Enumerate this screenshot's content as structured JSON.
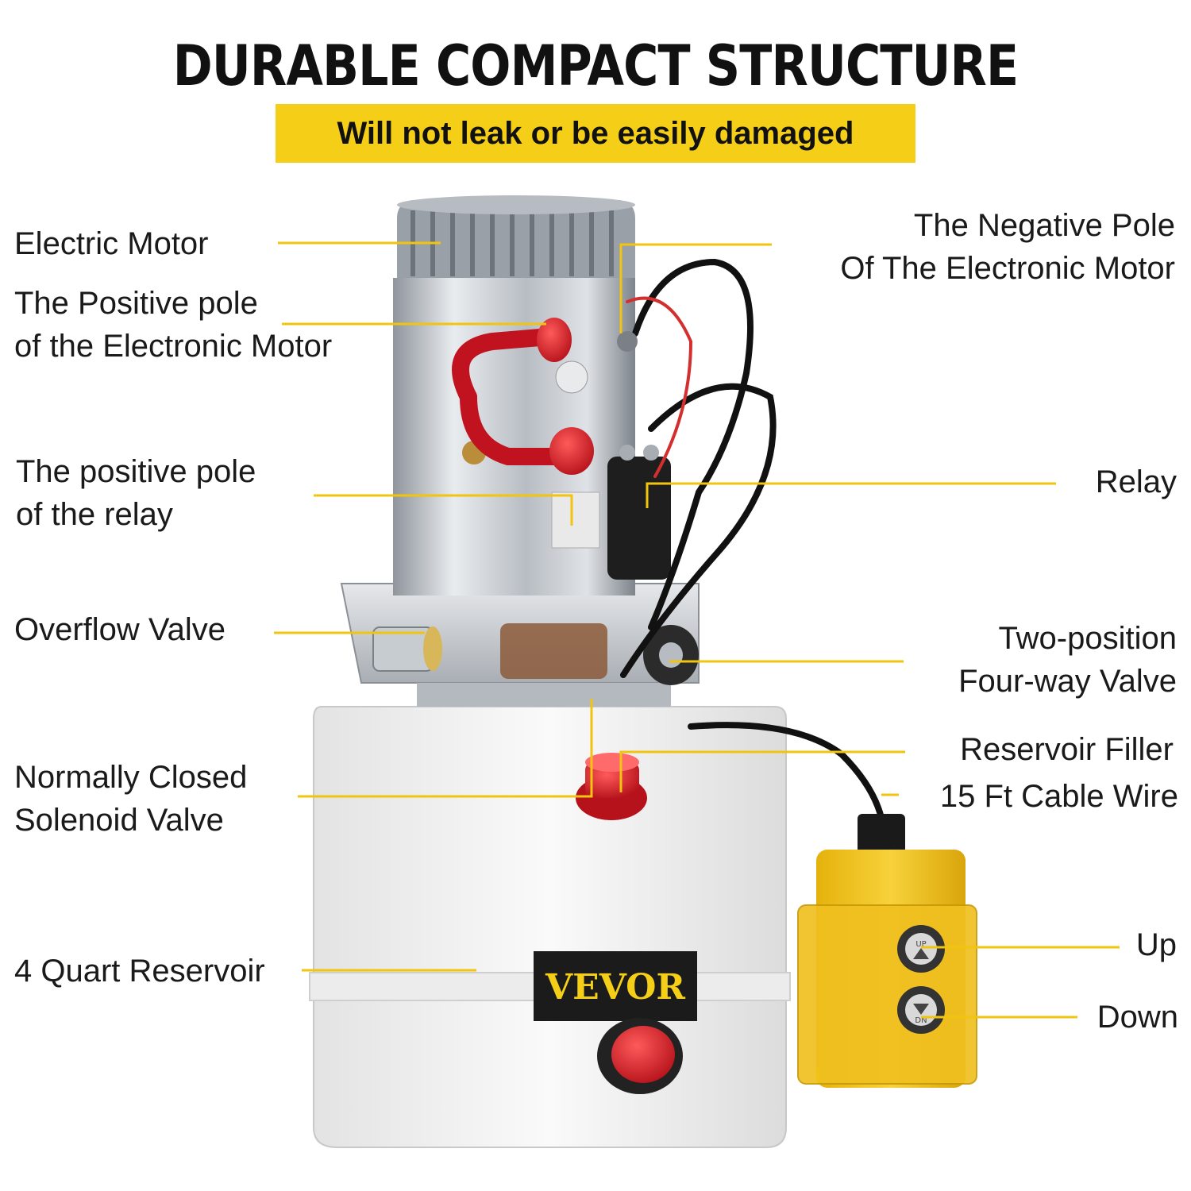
{
  "header": {
    "title": "DURABLE COMPACT STRUCTURE",
    "subtitle": "Will not leak or be easily damaged"
  },
  "brand": "VEVOR",
  "colors": {
    "accent_yellow": "#f5cf17",
    "leader_yellow": "#f1c40f",
    "red_cap": "#d7262b",
    "reservoir_white": "#f2f2f2",
    "motor_silver": "#c9cdd2",
    "remote_yellow": "#f2c21b"
  },
  "labels": {
    "electric_motor": [
      "Electric Motor"
    ],
    "positive_pole_motor": [
      "The Positive pole",
      "of the Electronic Motor"
    ],
    "positive_pole_relay": [
      "The positive pole",
      "of the relay"
    ],
    "overflow_valve": [
      "Overflow Valve"
    ],
    "solenoid_valve": [
      "Normally Closed",
      "Solenoid Valve"
    ],
    "reservoir": [
      "4 Quart Reservoir"
    ],
    "negative_pole": [
      "The Negative Pole",
      "Of The Electronic Motor"
    ],
    "relay": [
      "Relay"
    ],
    "four_way_valve": [
      "Two-position",
      "Four-way Valve"
    ],
    "reservoir_filler": [
      "Reservoir Filler"
    ],
    "cable_wire": [
      "15 Ft Cable Wire"
    ],
    "up": [
      "Up"
    ],
    "down": [
      "Down"
    ]
  },
  "remote": {
    "up_button": "UP",
    "down_button": "DN"
  }
}
